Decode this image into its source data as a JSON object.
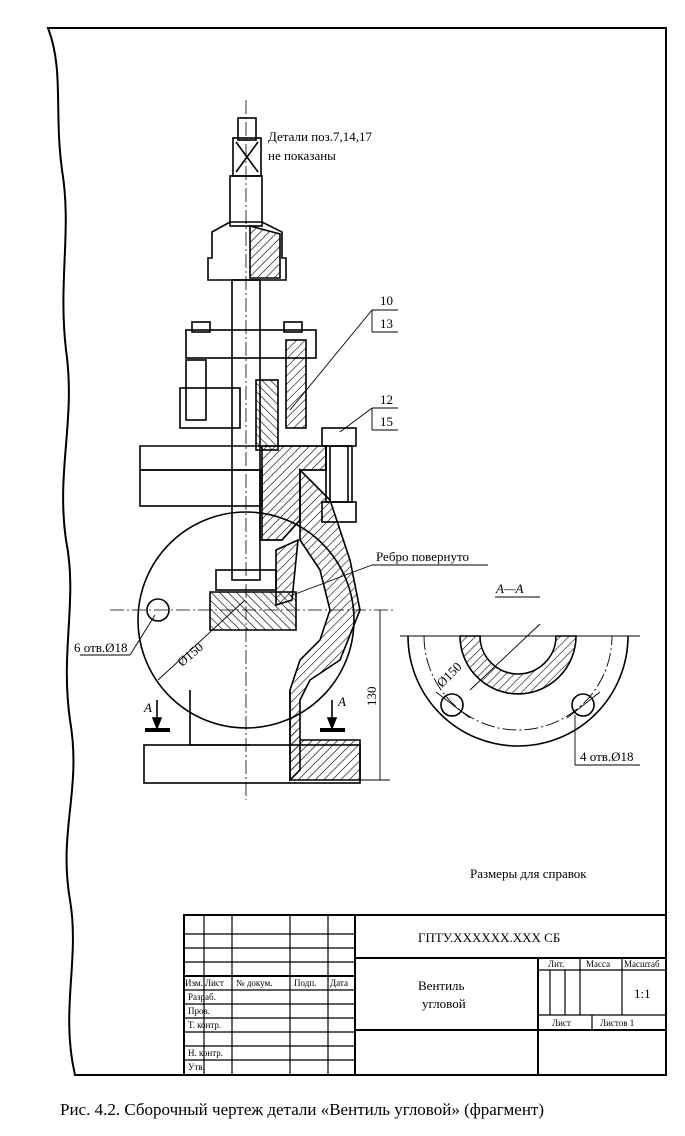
{
  "notes": {
    "hidden_parts_line1": "Детали поз.7,14,17",
    "hidden_parts_line2": "не показаны",
    "pos_10": "10",
    "pos_13": "13",
    "pos_12": "12",
    "pos_15": "15",
    "rib_rotated": "Ребро повернуто",
    "section_label": "А—А",
    "holes_6": "6 отв.Ø18",
    "dia_150": "Ø150",
    "dia_150_section": "Ø150",
    "holes_4": "4 отв.Ø18",
    "dim_130": "130",
    "cut_a_left": "А",
    "cut_a_right": "А",
    "reference_dims": "Размеры для справок"
  },
  "title_block": {
    "designation": "ГПТУ.ХХХХХХ.ХХХ СБ",
    "name_line1": "Вентиль",
    "name_line2": "угловой",
    "col_change": "Изм.",
    "col_sheet": "Лист",
    "col_doc": "№ докум.",
    "col_sign": "Подп.",
    "col_date": "Дата",
    "row_develop": "Разраб.",
    "row_check": "Пров.",
    "row_tcontrol": "Т. контр.",
    "row_ncontrol": "Н. контр.",
    "row_approve": "Утв.",
    "lit": "Лит.",
    "mass": "Масса",
    "scale": "Масштаб",
    "scale_value": "1:1",
    "sheet": "Лист",
    "sheets": "Листов 1"
  },
  "caption": "Рис. 4.2. Сборочный чертеж детали «Вентиль угловой» (фрагмент)"
}
